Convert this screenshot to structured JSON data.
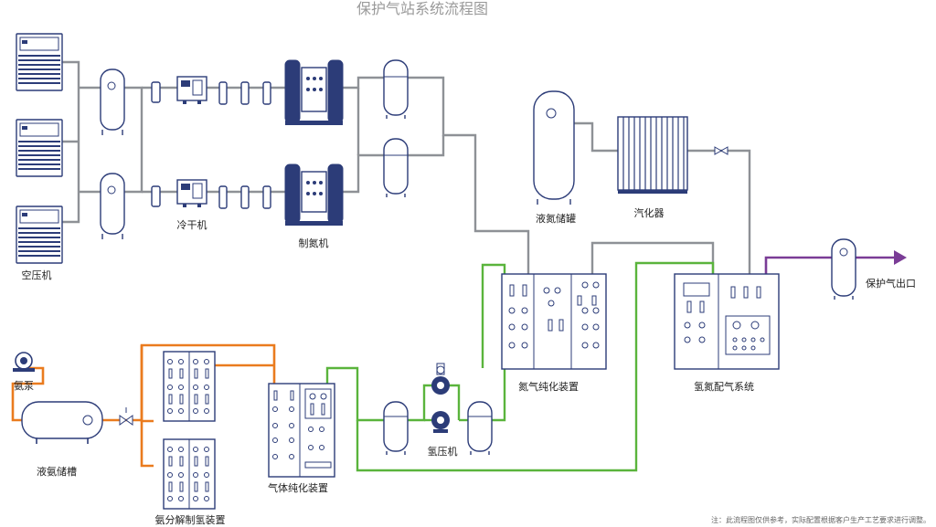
{
  "title": "保护气站系统流程图",
  "labels": {
    "air_compressor": "空压机",
    "dryer": "冷干机",
    "nitrogen_generator": "制氮机",
    "liquid_nitrogen_tank": "液氮储罐",
    "vaporizer": "汽化器",
    "nitrogen_purifier": "氮气纯化装置",
    "h2n2_mixing": "氢氮配气系统",
    "protective_gas_outlet": "保护气出口",
    "ammonia_pump": "氨泵",
    "liquid_ammonia_tank": "液氨储槽",
    "ammonia_cracker": "氨分解制氢装置",
    "gas_purifier": "气体纯化装置",
    "hydrogen_compressor": "氢压机"
  },
  "note": "注：此流程图仅供参考，实际配置根据客户生产工艺要求进行调整。",
  "colors": {
    "equipment": "#2c3c78",
    "pipe_air": "#8e9196",
    "pipe_hydrogen": "#5ab43c",
    "pipe_ammonia": "#ea7b1e",
    "pipe_output": "#7a3c96"
  }
}
